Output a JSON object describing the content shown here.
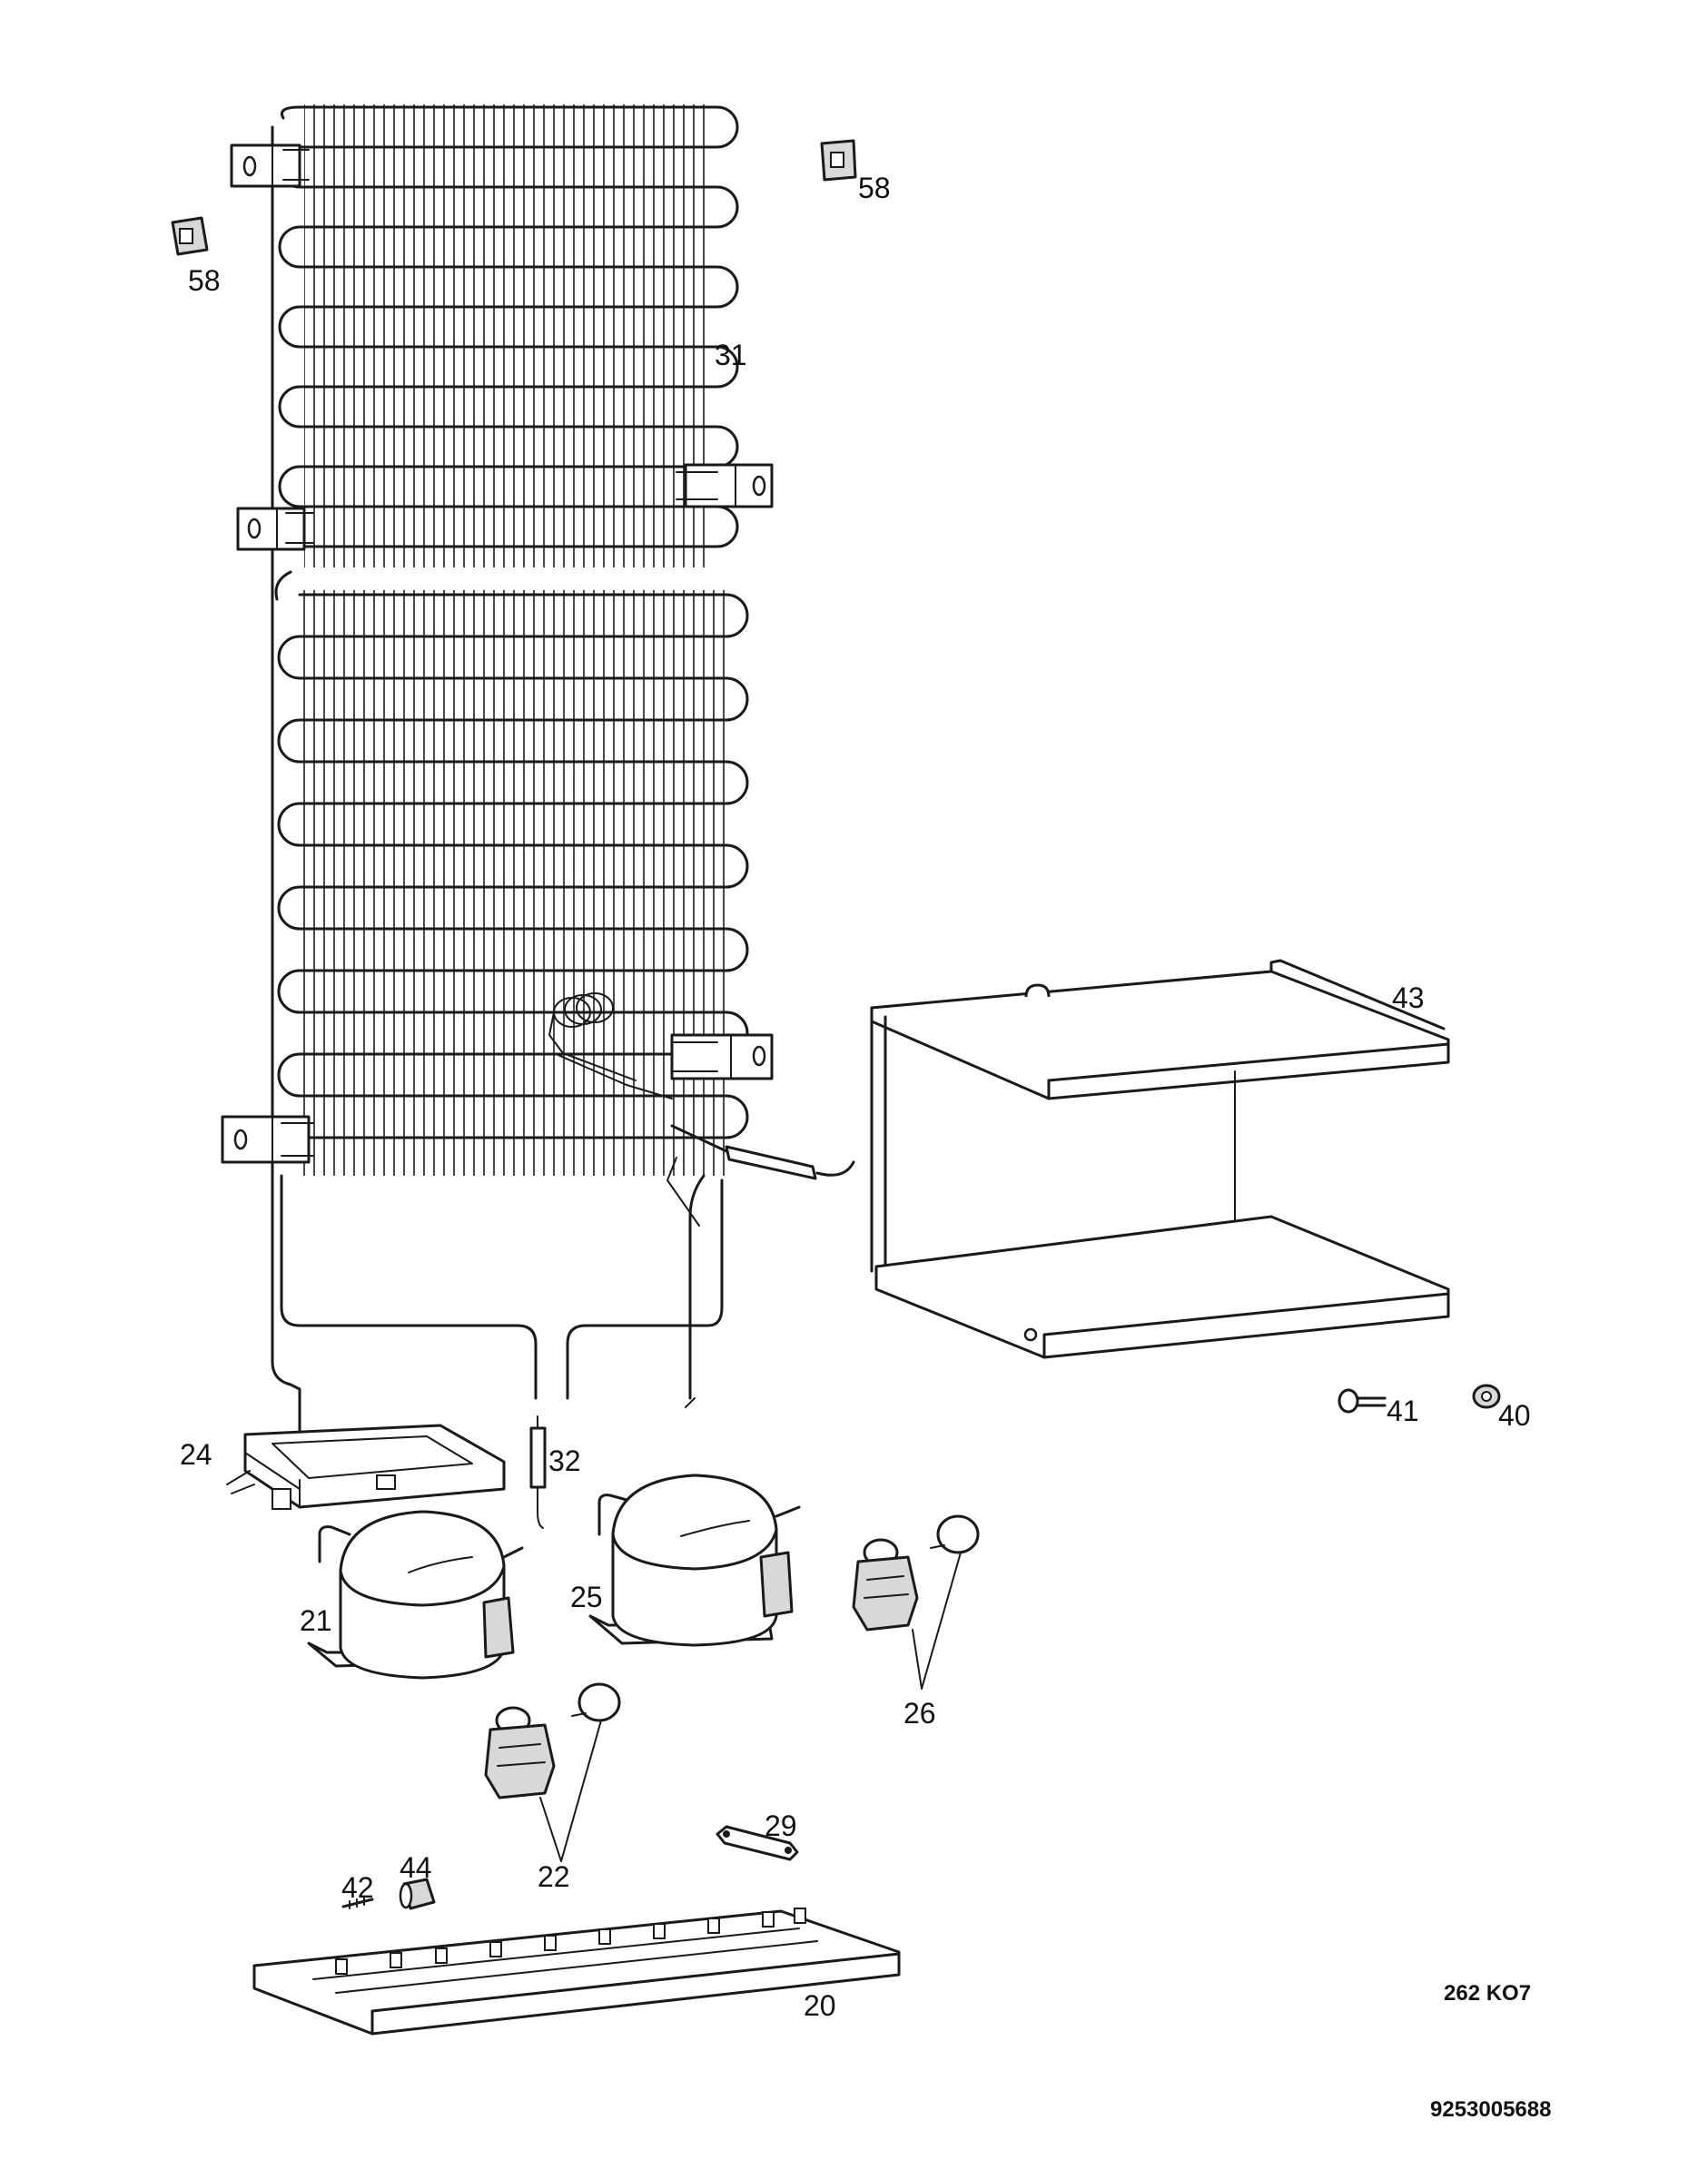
{
  "diagram": {
    "part_labels": {
      "p58a": "58",
      "p58b": "58",
      "p31": "31",
      "p43": "43",
      "p41": "41",
      "p40": "40",
      "p24": "24",
      "p32": "32",
      "p21": "21",
      "p25": "25",
      "p26": "26",
      "p22": "22",
      "p29": "29",
      "p42": "42",
      "p44": "44",
      "p20": "20"
    },
    "drawing_code": "262 KO7",
    "document_number": "9253005688"
  }
}
